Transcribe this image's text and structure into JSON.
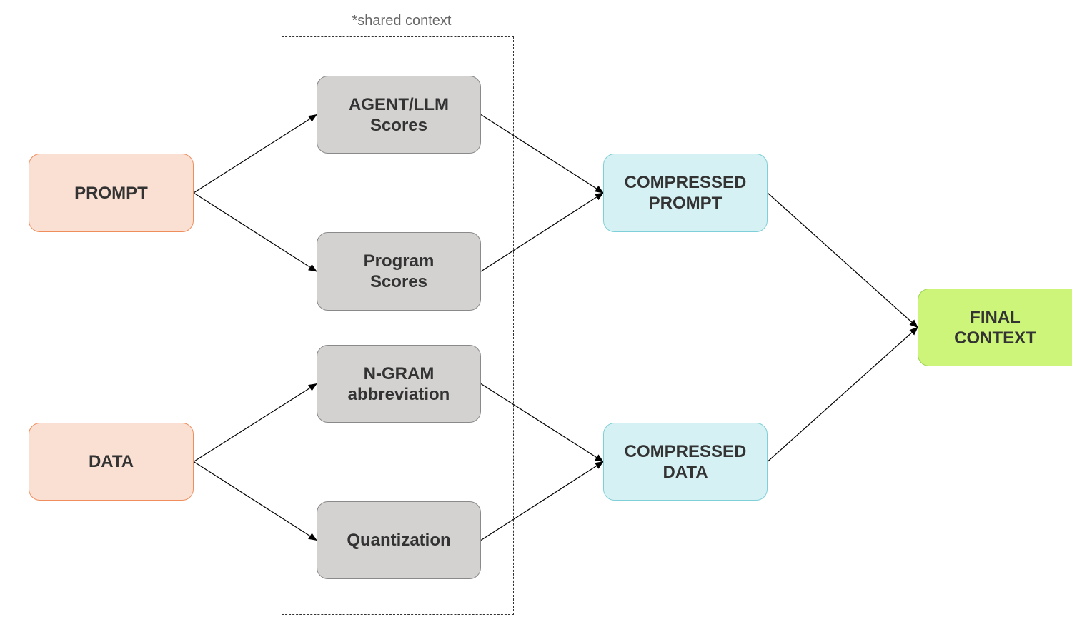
{
  "shared_context": {
    "label": "*shared context"
  },
  "nodes": {
    "prompt": "PROMPT",
    "data": "DATA",
    "agent_llm_scores": "AGENT/LLM\nScores",
    "program_scores": "Program\nScores",
    "ngram_abbreviation": "N-GRAM\nabbreviation",
    "quantization": "Quantization",
    "compressed_prompt": "COMPRESSED\nPROMPT",
    "compressed_data": "COMPRESSED\nDATA",
    "final_context": "FINAL\nCONTEXT"
  },
  "edges": [
    {
      "from": "prompt",
      "to": "agent_llm_scores"
    },
    {
      "from": "prompt",
      "to": "program_scores"
    },
    {
      "from": "data",
      "to": "ngram_abbreviation"
    },
    {
      "from": "data",
      "to": "quantization"
    },
    {
      "from": "agent_llm_scores",
      "to": "compressed_prompt"
    },
    {
      "from": "program_scores",
      "to": "compressed_prompt"
    },
    {
      "from": "ngram_abbreviation",
      "to": "compressed_data"
    },
    {
      "from": "quantization",
      "to": "compressed_data"
    },
    {
      "from": "compressed_prompt",
      "to": "final_context"
    },
    {
      "from": "compressed_data",
      "to": "final_context"
    }
  ],
  "colors": {
    "input_fill": "#fadfd3",
    "input_border": "#ef8e5c",
    "process_fill": "#d3d2d1",
    "process_border": "#8a8a8a",
    "compressed_fill": "#d6f1f3",
    "compressed_border": "#7fcfd8",
    "final_fill": "#cdf579",
    "final_border": "#9cd452",
    "edge": "#000000"
  }
}
